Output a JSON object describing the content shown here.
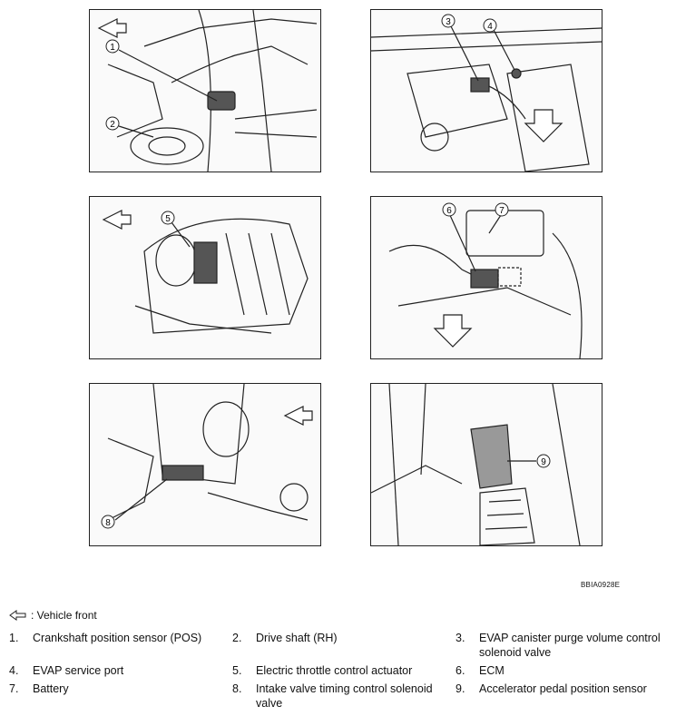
{
  "panels": [
    {
      "id": "p1",
      "callouts": [
        "1",
        "2"
      ]
    },
    {
      "id": "p2",
      "callouts": [
        "3",
        "4"
      ]
    },
    {
      "id": "p3",
      "callouts": [
        "5"
      ]
    },
    {
      "id": "p4",
      "callouts": [
        "6",
        "7"
      ]
    },
    {
      "id": "p5",
      "callouts": [
        "8"
      ]
    },
    {
      "id": "p6",
      "callouts": [
        "9"
      ]
    }
  ],
  "figure_code": "BBIA0928E",
  "legend_note": ": Vehicle front",
  "legend": [
    {
      "num": "1.",
      "text": "Crankshaft position sensor (POS)"
    },
    {
      "num": "2.",
      "text": "Drive shaft (RH)"
    },
    {
      "num": "3.",
      "text": "EVAP canister purge volume control solenoid valve"
    },
    {
      "num": "4.",
      "text": "EVAP service port"
    },
    {
      "num": "5.",
      "text": "Electric throttle control actuator"
    },
    {
      "num": "6.",
      "text": "ECM"
    },
    {
      "num": "7.",
      "text": "Battery"
    },
    {
      "num": "8.",
      "text": "Intake valve timing control solenoid valve"
    },
    {
      "num": "9.",
      "text": "Accelerator pedal position sensor"
    }
  ],
  "icons": {
    "vehicle_front": "hollow-arrow-icon"
  }
}
